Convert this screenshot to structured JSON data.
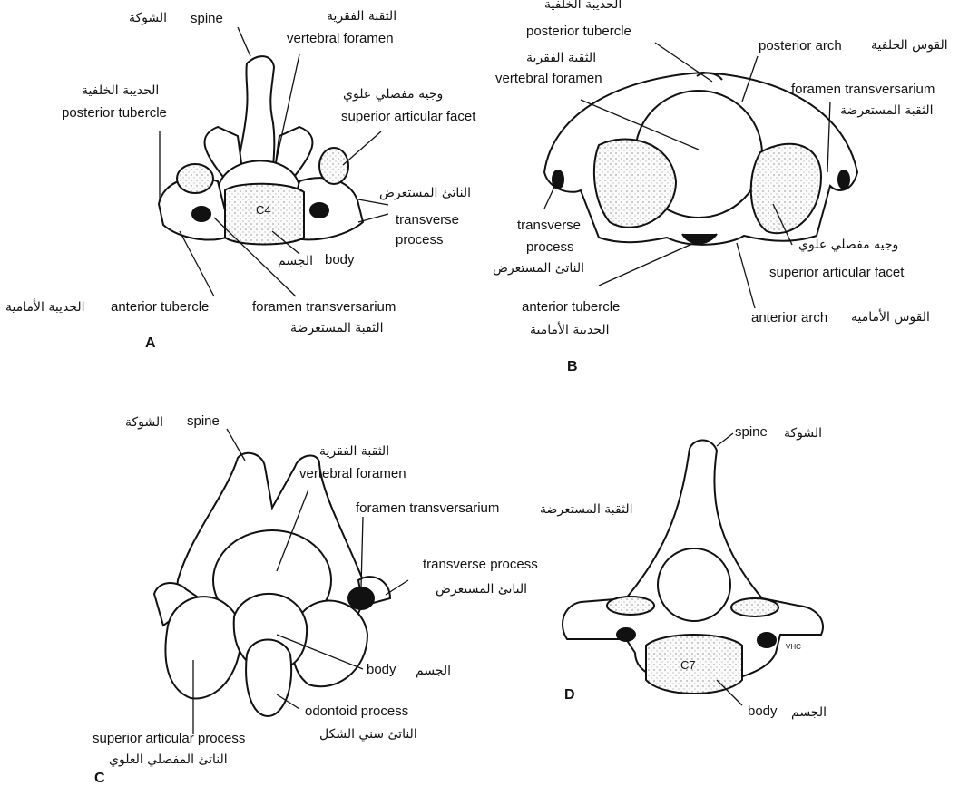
{
  "figure_a": {
    "letter": "A",
    "spine": {
      "en": "spine",
      "ar": "الشوكة"
    },
    "vertebral_foramen": {
      "en": "vertebral foramen",
      "ar": "الثقبة الفقرية"
    },
    "posterior_tubercle": {
      "en": "posterior tubercle",
      "ar": "الحديبة الخلفية"
    },
    "superior_articular_facet": {
      "en": "superior articular facet",
      "ar": "وجيه مفصلي علوي"
    },
    "transverse_process": {
      "en1": "transverse",
      "en2": "process",
      "ar": "الناتئ المستعرض"
    },
    "body": {
      "en": "body",
      "ar": "الجسم"
    },
    "anterior_tubercle": {
      "en": "anterior tubercle",
      "ar": "الحديبة الأمامية"
    },
    "foramen_transversarium": {
      "en": "foramen transversarium",
      "ar": "الثقبة المستعرضة"
    },
    "vertebra_label": "C4"
  },
  "figure_b": {
    "letter": "B",
    "posterior_tubercle": {
      "en": "posterior tubercle",
      "ar": "الحديبة الخلفية"
    },
    "vertebral_foramen": {
      "en": "vertebral foramen",
      "ar": "الثقبة الفقرية"
    },
    "posterior_arch": {
      "en": "posterior arch",
      "ar": "القوس الخلفية"
    },
    "foramen_transversarium": {
      "en": "foramen transversarium",
      "ar": "الثقبة المستعرضة"
    },
    "transverse_process": {
      "en1": "transverse",
      "en2": "process",
      "ar": "الناتئ المستعرض"
    },
    "superior_articular_facet": {
      "en": "superior articular facet",
      "ar": "وجيه مفصلي علوي"
    },
    "anterior_tubercle": {
      "en": "anterior tubercle",
      "ar": "الحديبة الأمامية"
    },
    "anterior_arch": {
      "en": "anterior arch",
      "ar": "القوس الأمامية"
    }
  },
  "figure_c": {
    "letter": "C",
    "spine": {
      "en": "spine",
      "ar": "الشوكة"
    },
    "vertebral_foramen": {
      "en": "vertebral foramen",
      "ar": "الثقبة الفقرية"
    },
    "foramen_transversarium": {
      "en": "foramen transversarium",
      "ar": "الثقبة المستعرضة"
    },
    "transverse_process": {
      "en": "transverse process",
      "ar": "الناتئ المستعرض"
    },
    "body": {
      "en": "body",
      "ar": "الجسم"
    },
    "odontoid_process": {
      "en": "odontoid process",
      "ar": "الناتئ سني الشكل"
    },
    "superior_articular_process": {
      "en": "superior articular process",
      "ar": "الناتئ المفصلي العلوي"
    }
  },
  "figure_d": {
    "letter": "D",
    "spine": {
      "en": "spine",
      "ar": "الشوكة"
    },
    "body": {
      "en": "body",
      "ar": "الجسم"
    },
    "vertebra_label": "C7",
    "signature": "VHC"
  }
}
